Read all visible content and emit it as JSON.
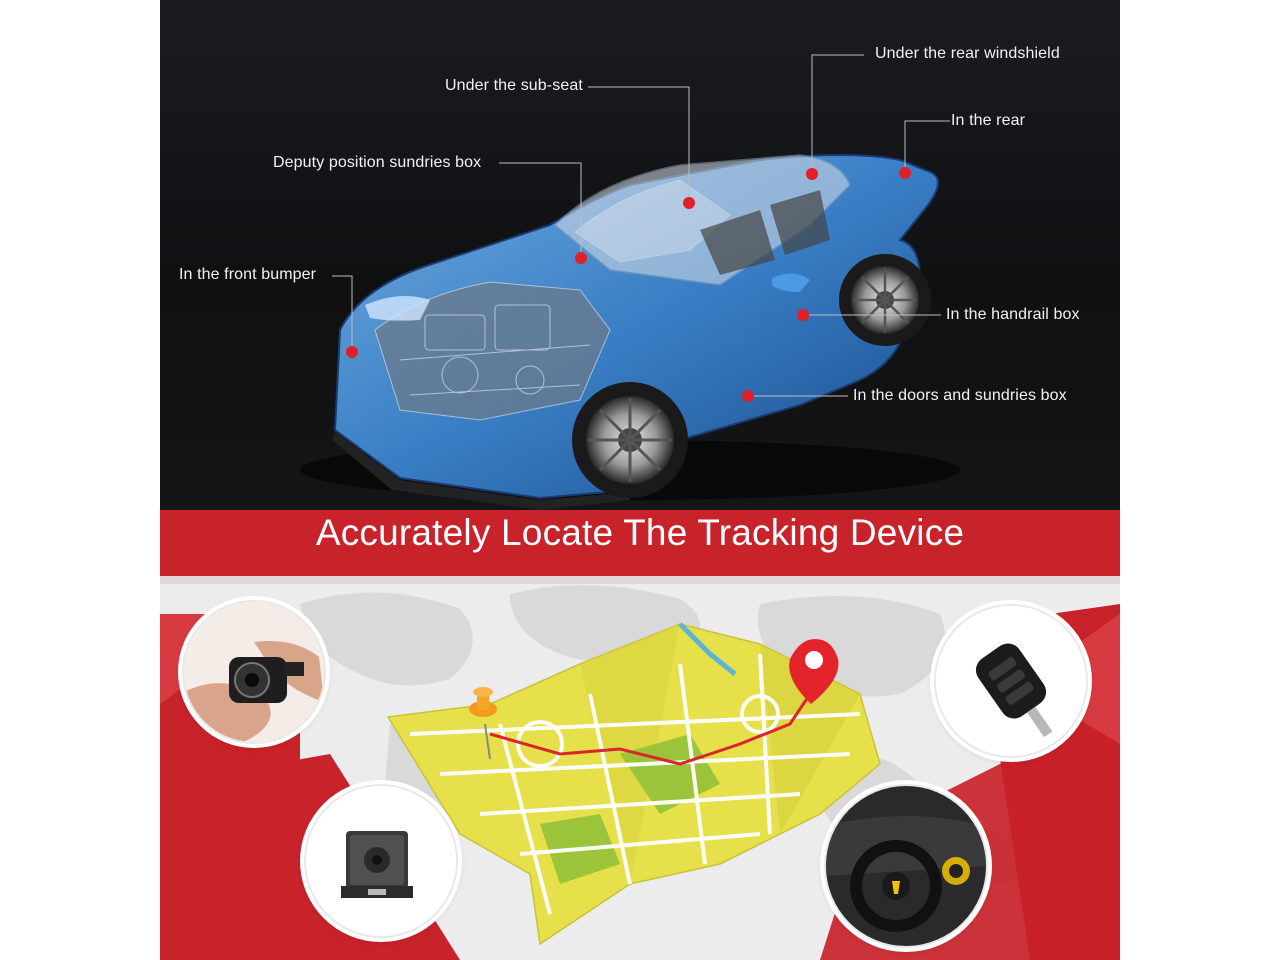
{
  "callouts": {
    "rear_windshield": "Under the rear windshield",
    "sub_seat": "Under the sub-seat",
    "rear": "In the rear",
    "deputy_box": "Deputy position sundries box",
    "front_bumper": "In the front bumper",
    "handrail_box": "In the handrail box",
    "doors_box": "In the doors and sundries box"
  },
  "banner": {
    "title": "Accurately Locate The Tracking Device"
  },
  "colors": {
    "accent_red": "#c8222a",
    "dark_background": "#111214",
    "car_blue": "#3f8fd8",
    "map_yellow": "#e6e04a",
    "map_green": "#9cc43a"
  },
  "devices": [
    "mini-camera-icon",
    "car-key-fob-icon",
    "pinhole-camera-icon",
    "car-interior-icon"
  ],
  "map_pins": [
    "orange-pushpin-icon",
    "red-location-pin-icon"
  ]
}
